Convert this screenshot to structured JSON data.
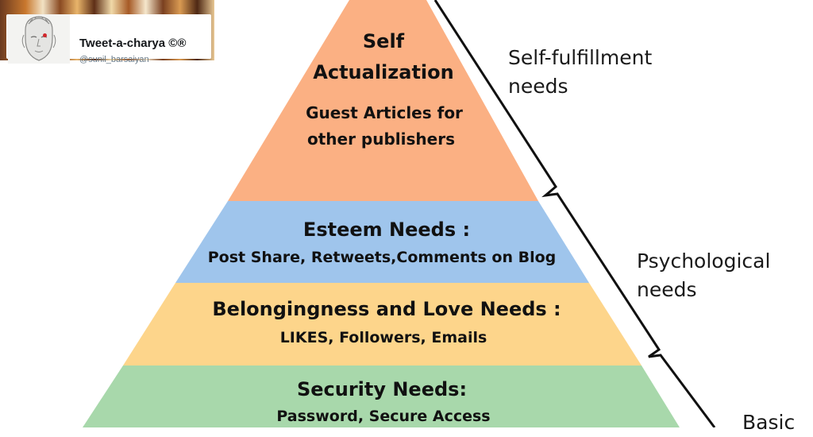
{
  "profile": {
    "name": "Tweet-a-charya ©®",
    "handle": "@sunil_barsaiyan"
  },
  "pyramid": {
    "tiers": [
      {
        "title_line1": "Self",
        "title_line2": "Actualization",
        "detail_line1": "Guest Articles for",
        "detail_line2": "other publishers",
        "color": "#fbb083"
      },
      {
        "title": "Esteem Needs :",
        "detail": "Post Share, Retweets,Comments on Blog",
        "color": "#9fc5ec"
      },
      {
        "title": "Belongingness and Love Needs :",
        "detail": "LIKES, Followers, Emails",
        "color": "#fdd58b"
      },
      {
        "title": "Security Needs:",
        "detail": "Password, Secure Access",
        "color": "#a8d8ab"
      }
    ]
  },
  "brackets": {
    "self_fulfillment": {
      "line1": "Self-fulfillment",
      "line2": "needs"
    },
    "psychological": {
      "line1": "Psychological",
      "line2": "needs"
    },
    "basic": {
      "line1": "Basic"
    }
  }
}
